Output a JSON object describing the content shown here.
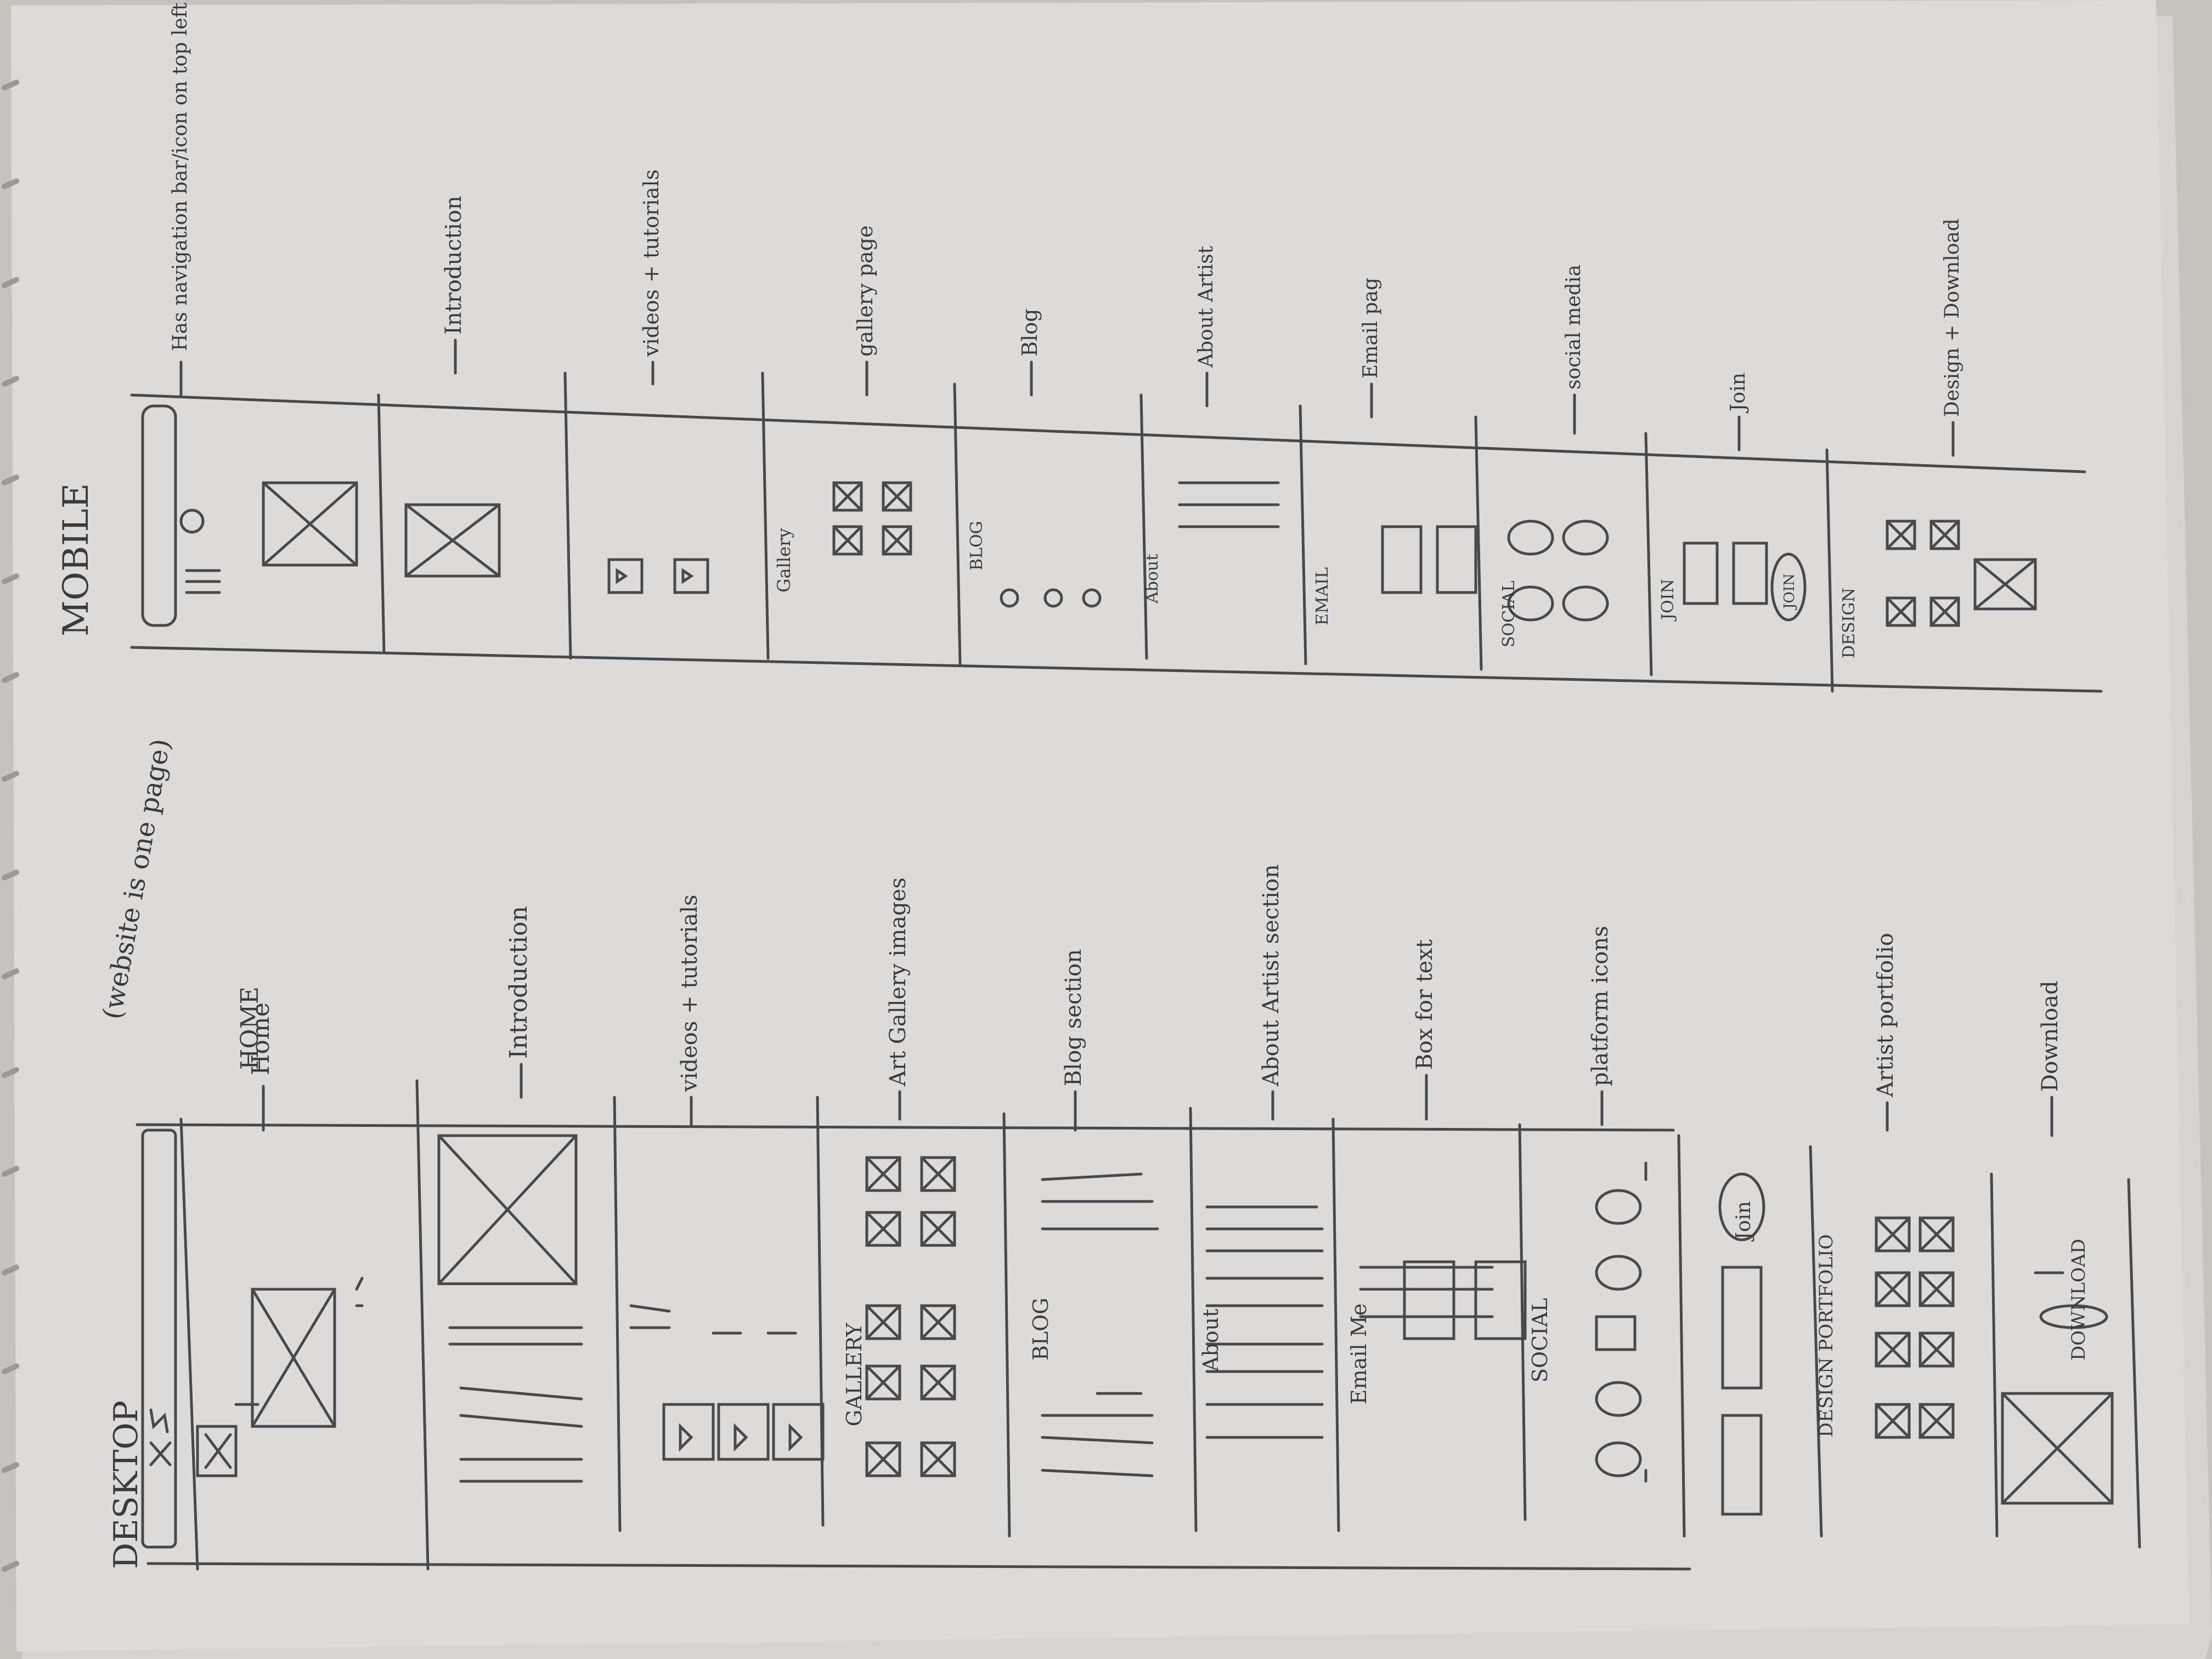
{
  "photo": {
    "subject": "hand-drawn website wireframe sketch on paper",
    "colors": {
      "background": "#c9c6c2",
      "paper": "#dcdad9",
      "pencil": "#3b3a3c",
      "paper_edge": "#e9e8e6"
    }
  },
  "desktop": {
    "heading": "DESKTOP",
    "note": "(website is one page)",
    "section_labels": [
      "HOME",
      "GALLERY",
      "BLOG",
      "About",
      "Email Me",
      "SOCIAL",
      "Join",
      "DESIGN PORTFOLIO",
      "DOWNLOAD"
    ],
    "annotations": [
      "Home",
      "Introduction",
      "videos + tutorials",
      "Art Gallery images",
      "Blog section",
      "About Artist section",
      "Box for text",
      "platform icons",
      "Artist portfolio",
      "Download"
    ]
  },
  "mobile": {
    "heading": "MOBILE",
    "section_labels": [
      "Gallery",
      "BLOG",
      "About",
      "EMAIL",
      "SOCIAL",
      "JOIN",
      "JOIN",
      "DESIGN"
    ],
    "annotations": [
      "Has navigation bar/icon on top left",
      "Introduction",
      "videos + tutorials",
      "gallery page",
      "Blog",
      "About Artist",
      "Email pag",
      "social media",
      "Join",
      "Design + Download"
    ]
  }
}
